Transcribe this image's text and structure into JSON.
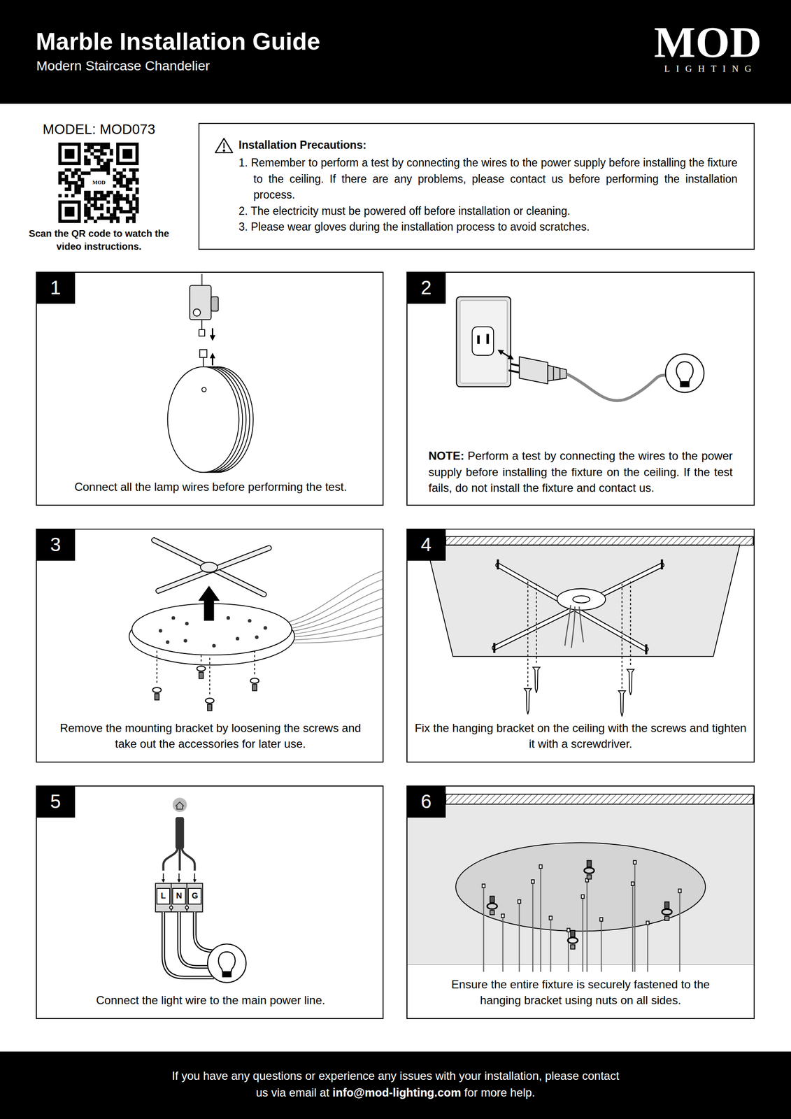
{
  "diagram": {
    "title": "Marble Installation Guide",
    "nodes": [
      {
        "text": [
          "Installation Precautions:",
          "1. Remember to perform a test by connecting the wires to the power supply before installing the fixture to the ceiling. If there are any problems, please contact us before performing the installation process.",
          "2. The electricity must be powered off before installation or cleaning.",
          "3. Please wear gloves during the installation process to avoid scratches."
        ]
      },
      {
        "text": [
          "Connect all the lamp wires before performing the test."
        ]
      },
      {
        "text": [
          "1"
        ],
        "in": 1
      },
      {
        "text": [
          "NOTE:",
          "Perform a test by connecting the wires to the power supply before installing the fixture on the ceiling. If the test fails, do not install the fixture and contact us."
        ]
      },
      {
        "text": [
          "2"
        ],
        "in": 3
      },
      {
        "text": [
          "Remove the mounting bracket by loosening the screws and take out the accessories for later use."
        ]
      },
      {
        "text": [
          "3"
        ],
        "in": 5
      },
      {
        "text": [
          "Fix the hanging bracket on the ceiling with the screws and tighten it with a screwdriver."
        ]
      },
      {
        "text": [
          "4"
        ],
        "in": 7
      },
      {
        "text": [
          "Connect the light wire to the main power line."
        ]
      },
      {
        "text": [
          "5"
        ],
        "in": 9
      },
      {
        "text": [
          "Ensure the entire fixture is securely fastened to the hanging bracket using nuts on all sides."
        ]
      },
      {
        "text": [
          "6"
        ],
        "in": 11
      }
    ],
    "labels": [
      "Modern Staircase Chandelier",
      "MOD",
      "LIGHTING",
      "MODEL: MOD073",
      "MOD",
      "Scan the QR code to watch the video instructions.",
      "L",
      "N",
      "G",
      "If you have any questions or experience any issues with your installation, please contact us via email at",
      "info@mod-lighting.com",
      "for more help."
    ]
  }
}
